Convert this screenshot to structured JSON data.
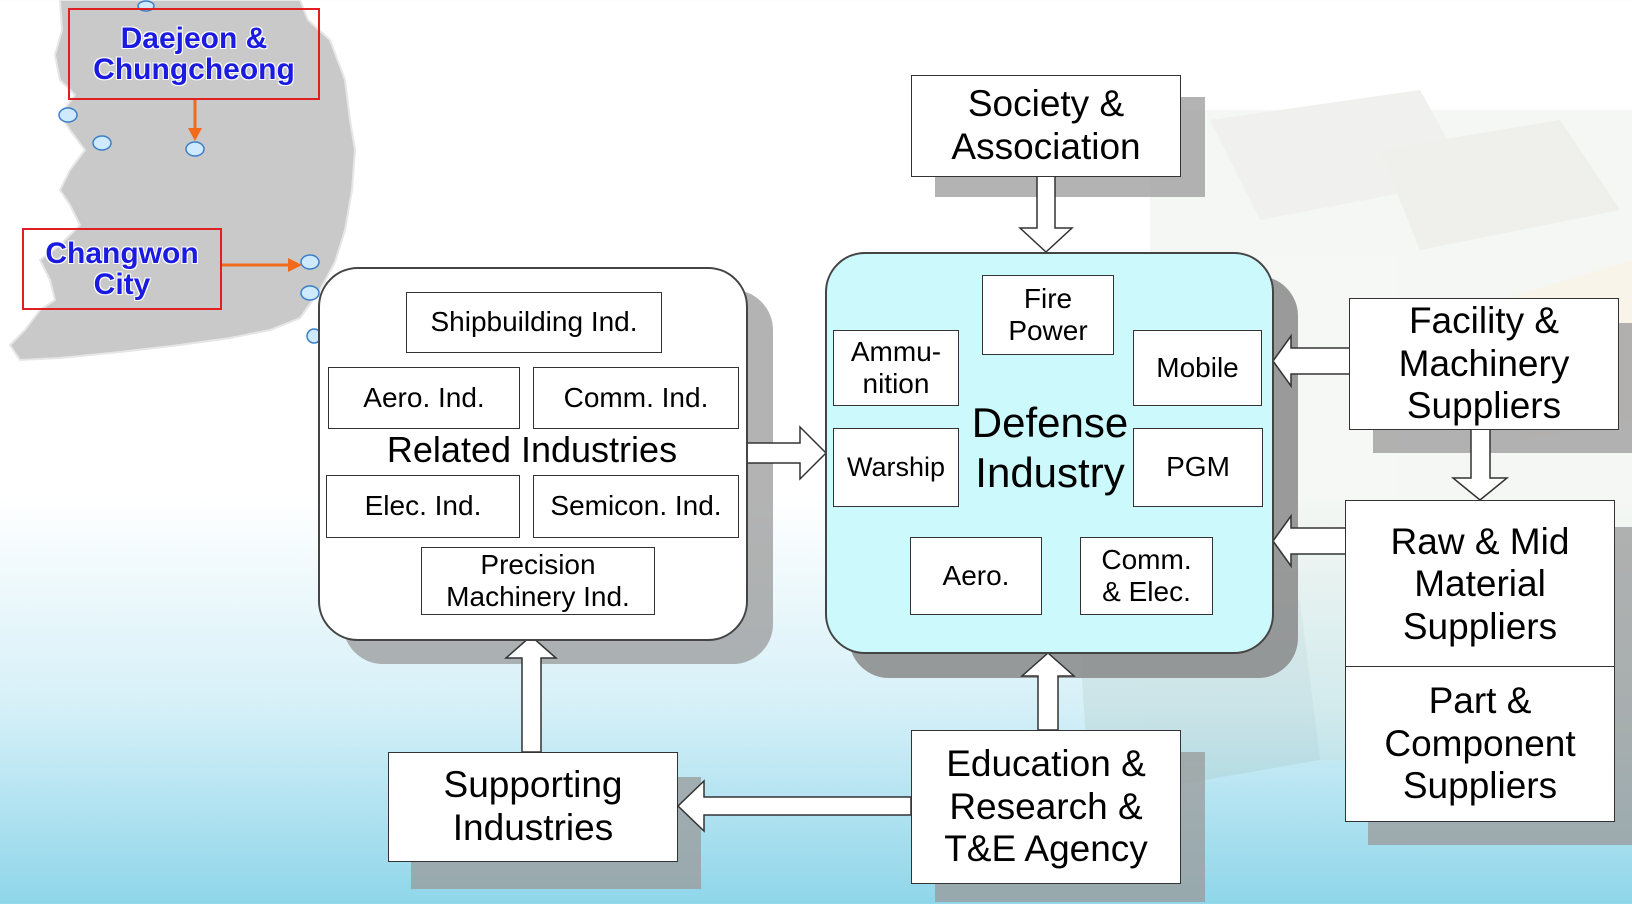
{
  "colors": {
    "defense_fill": "#ccf9fc",
    "box_border": "#333333",
    "shadow": "#9a9a9a",
    "map_fill": "#c9c9c9",
    "location_border": "#e02020",
    "location_text": "#1a1ae0",
    "pointer_arrow": "#f26a1b"
  },
  "locations": {
    "daejeon": "Daejeon &\nChungcheong",
    "changwon": "Changwon\nCity"
  },
  "society": "Society &\nAssociation",
  "related": {
    "title": "Related Industries",
    "shipbuilding": "Shipbuilding Ind.",
    "aero": "Aero. Ind.",
    "comm": "Comm. Ind.",
    "elec": "Elec. Ind.",
    "semicon": "Semicon. Ind.",
    "precision": "Precision\nMachinery Ind."
  },
  "defense": {
    "title": "Defense\nIndustry",
    "fire_power": "Fire\nPower",
    "ammunition": "Ammu-\nnition",
    "mobile": "Mobile",
    "warship": "Warship",
    "pgm": "PGM",
    "aero": "Aero.",
    "comm_elec": "Comm.\n& Elec."
  },
  "suppliers": {
    "facility": "Facility &\nMachinery\nSuppliers",
    "raw": "Raw & Mid\nMaterial\nSuppliers",
    "part": "Part &\nComponent\nSuppliers"
  },
  "supporting": "Supporting\nIndustries",
  "education": "Education &\nResearch &\nT&E Agency"
}
